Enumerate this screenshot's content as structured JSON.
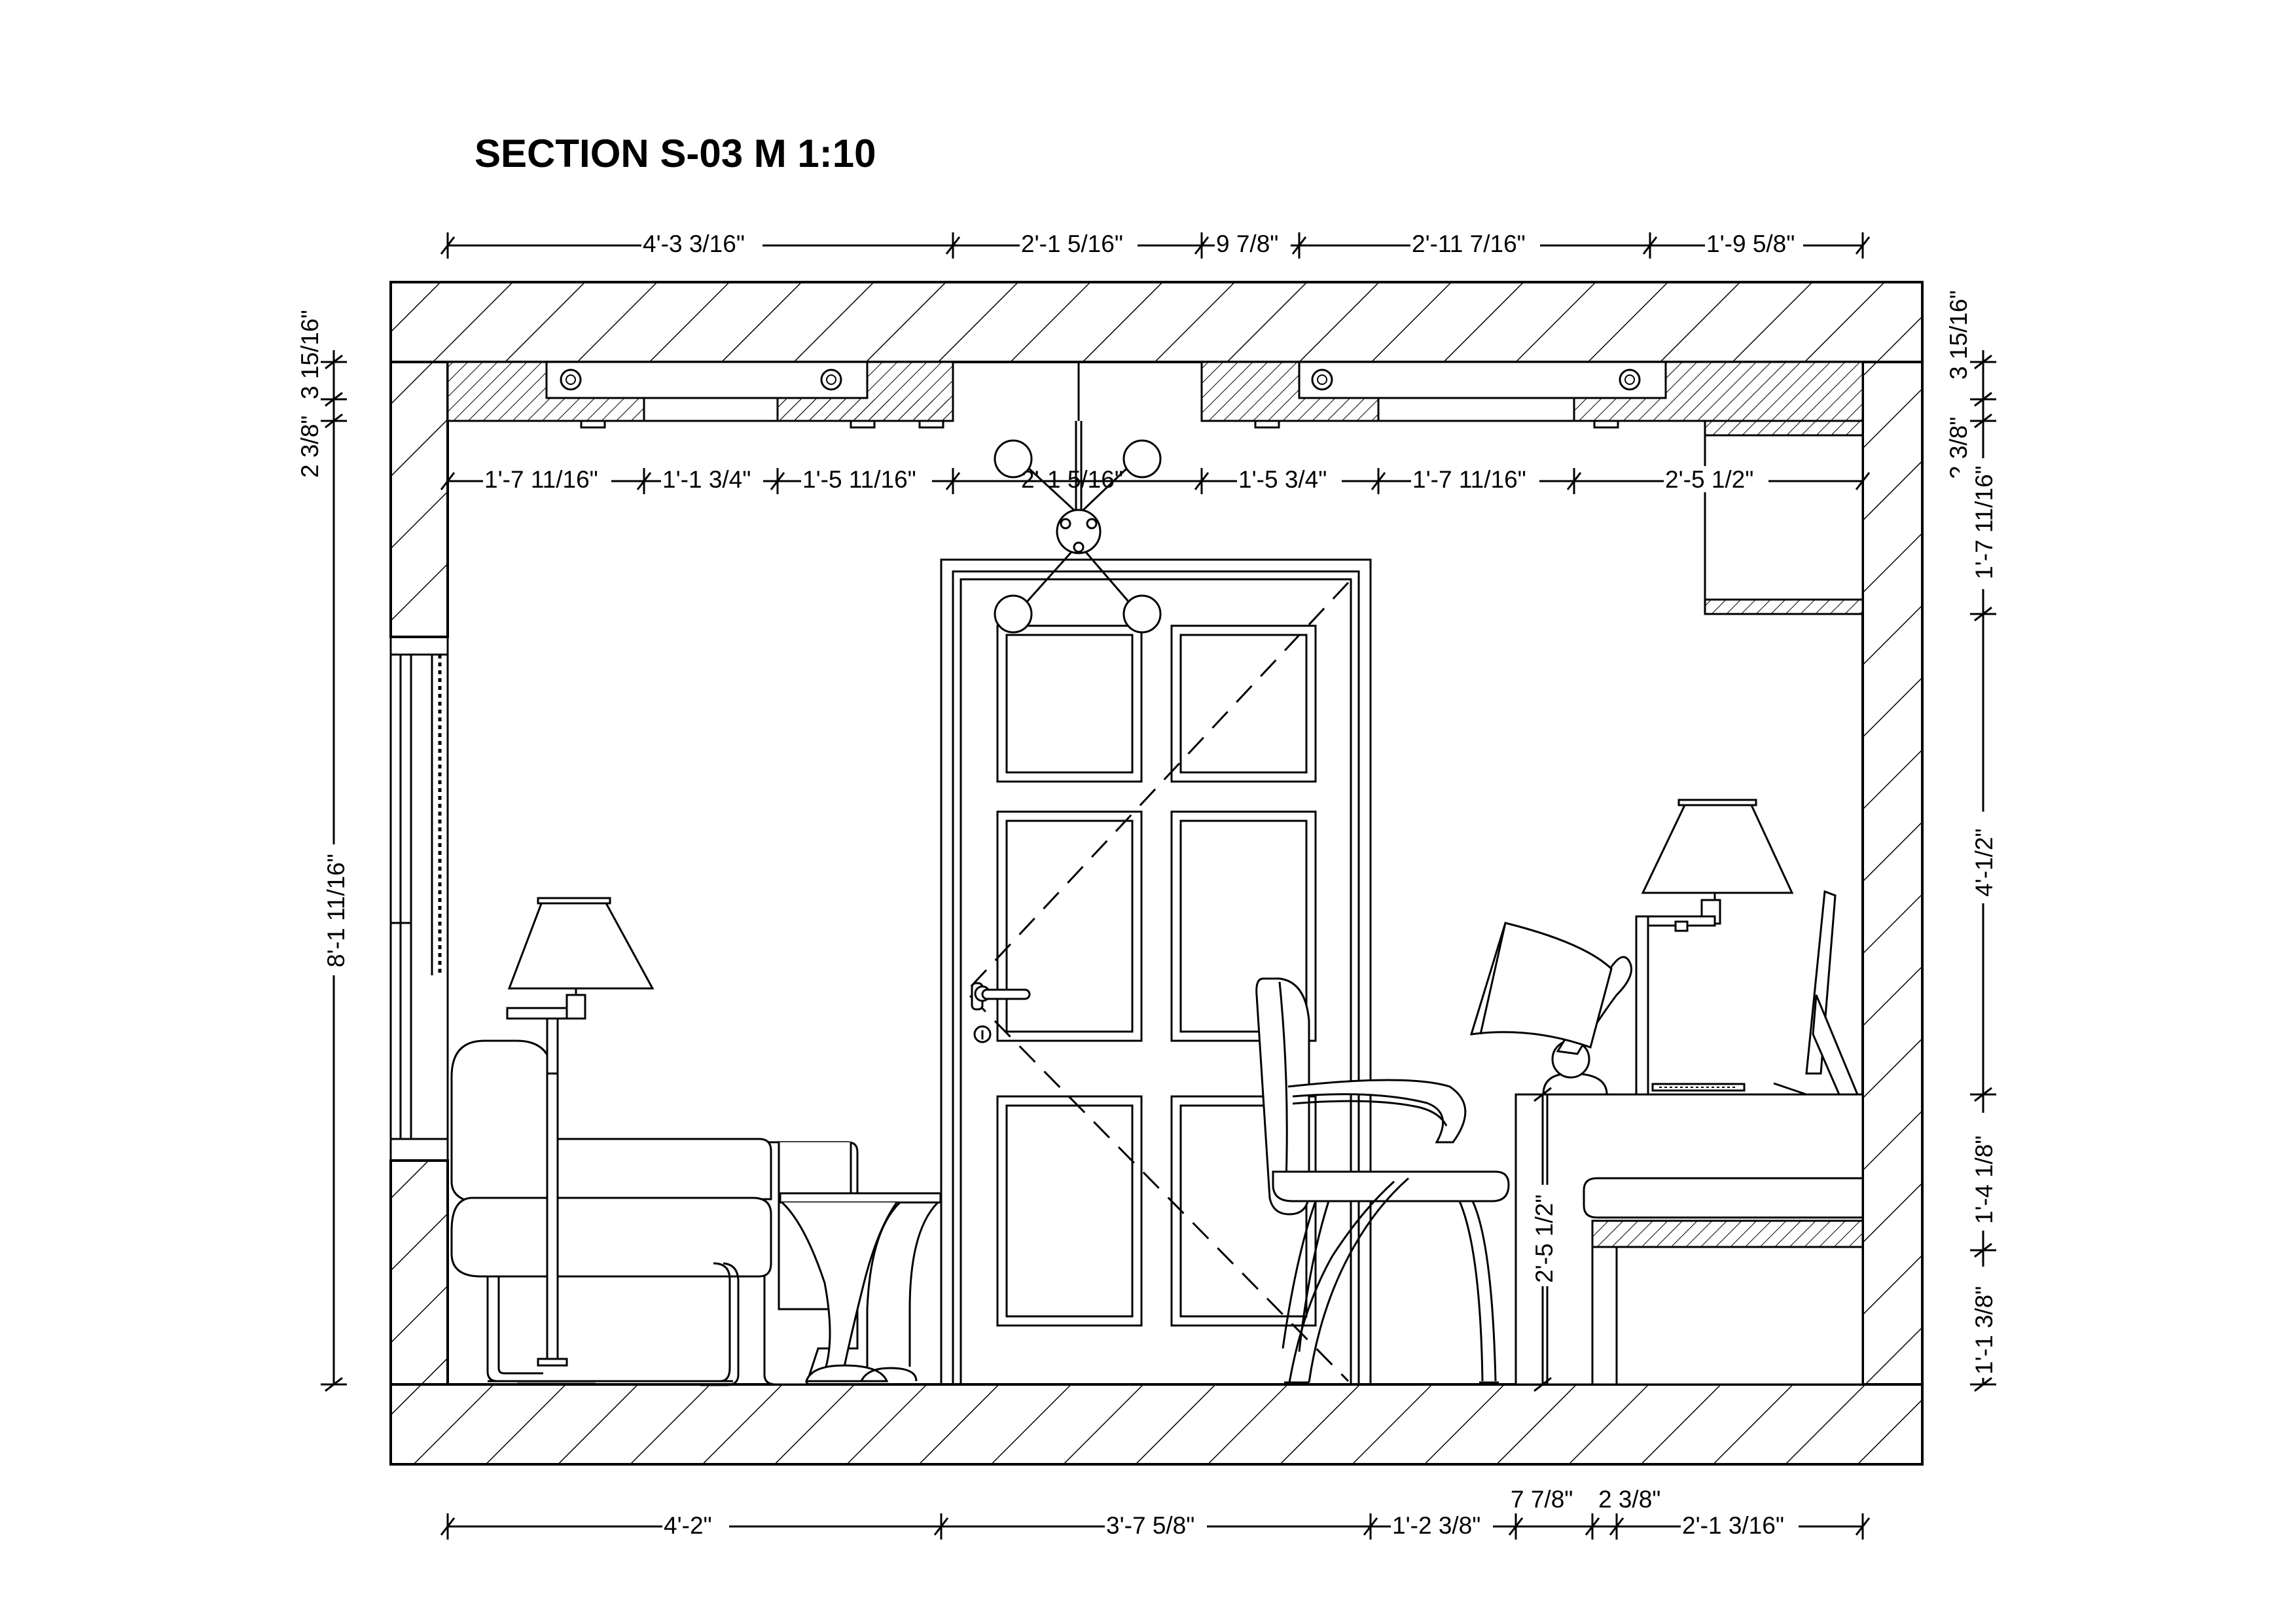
{
  "title": "SECTION S-03   M 1:10",
  "dimensions": {
    "top_outer": [
      "4'-3 3/16\"",
      "2'-1 5/16\"",
      "9 7/8\"",
      "2'-11 7/16\"",
      "1'-9 5/8\""
    ],
    "top_inner": [
      "1'-7 11/16\"",
      "1'-1 3/4\"",
      "1'-5 11/16\"",
      "2'-1 5/16\"",
      "1'-5 3/4\"",
      "1'-7 11/16\"",
      "2'-5 1/2\""
    ],
    "bottom": [
      "4'-2\"",
      "3'-7 5/8\"",
      "1'-2 3/8\"",
      "7 7/8\"",
      "2 3/8\"",
      "2'-1 3/16\""
    ],
    "left": [
      "2 3/8\"",
      "3 15/16\"",
      "8'-1 11/16\""
    ],
    "right": [
      "3 15/16\"",
      "2 3/8\"",
      "1'-7 11/16\"",
      "4'-1/2\"",
      "1'-4 1/8\"",
      "1'-1 3/8\""
    ],
    "desk_height": "2'-5 1/2\""
  }
}
